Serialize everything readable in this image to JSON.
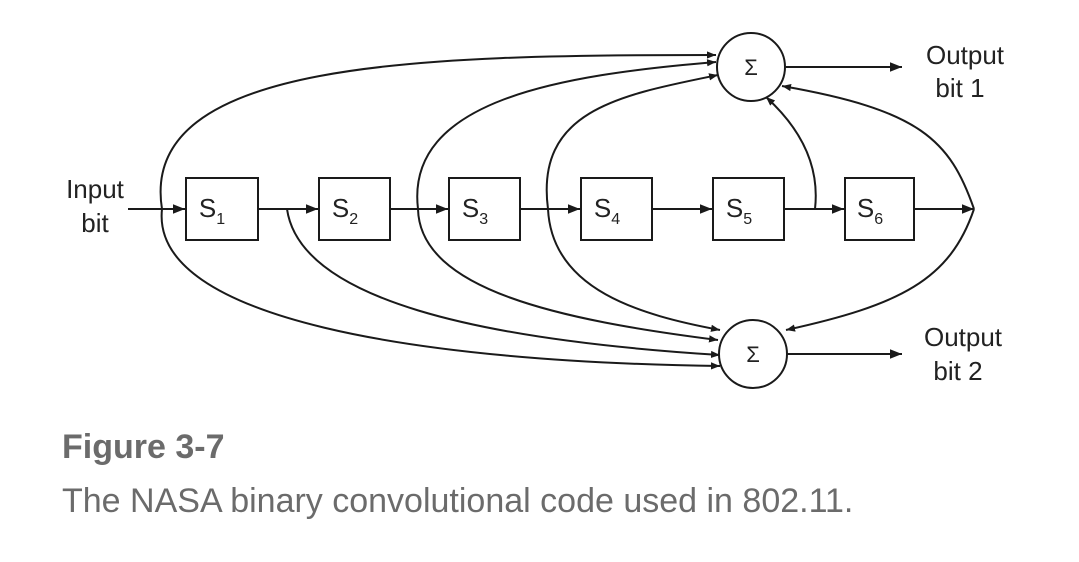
{
  "diagram": {
    "input_label": [
      "Input",
      "bit"
    ],
    "output1_label": [
      "Output",
      "bit 1"
    ],
    "output2_label": [
      "Output",
      "bit 2"
    ],
    "sum_symbol": "Σ",
    "registers": [
      {
        "letter": "S",
        "sub": "1"
      },
      {
        "letter": "S",
        "sub": "2"
      },
      {
        "letter": "S",
        "sub": "3"
      },
      {
        "letter": "S",
        "sub": "4"
      },
      {
        "letter": "S",
        "sub": "5"
      },
      {
        "letter": "S",
        "sub": "6"
      }
    ]
  },
  "figure": {
    "title": "Figure 3-7",
    "caption": "The NASA binary convolutional code used in 802.11."
  }
}
